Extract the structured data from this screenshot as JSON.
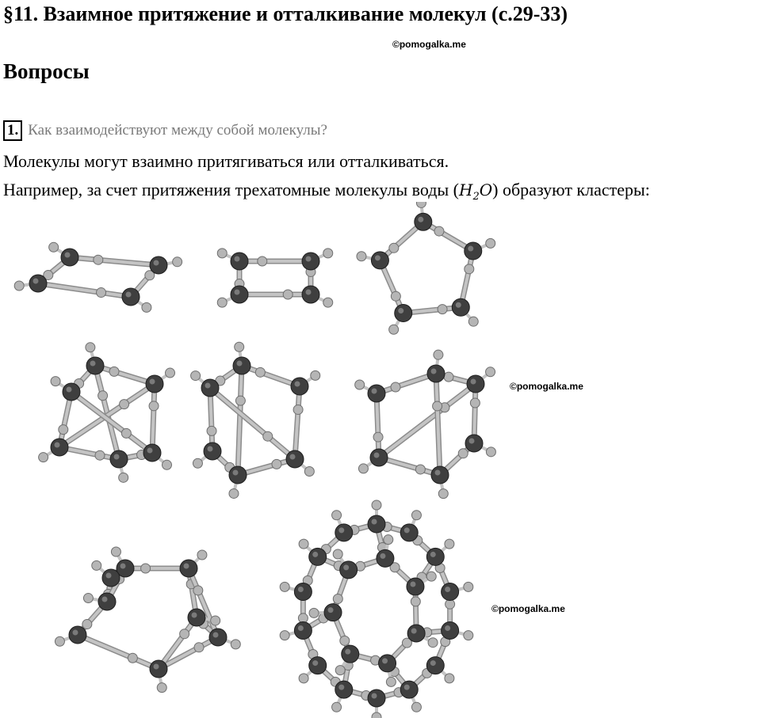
{
  "header": {
    "title": "§11. Взаимное притяжение и отталкивание молекул (с.29-33)",
    "watermark": "©pomogalka.me"
  },
  "section": {
    "title": "Вопросы"
  },
  "question": {
    "number": "1.",
    "text": "Как взаимодействуют между собой молекулы?"
  },
  "answer": {
    "line1": "Молекулы могут взаимно притягиваться или отталкиваться.",
    "line2_before": "Например, за счет притяжения трехатомные молекулы воды (",
    "formula_h": "H",
    "formula_sub": "2",
    "formula_o": "O",
    "line2_after": ") образуют кластеры:"
  },
  "figure": {
    "watermark_middle": "©pomogalka.me",
    "watermark_bottom": "©pomogalka.me",
    "oxygen_color": "#3f3f3f",
    "hydrogen_color": "#b5b5b5",
    "bond_color": "#c4c4c4"
  }
}
